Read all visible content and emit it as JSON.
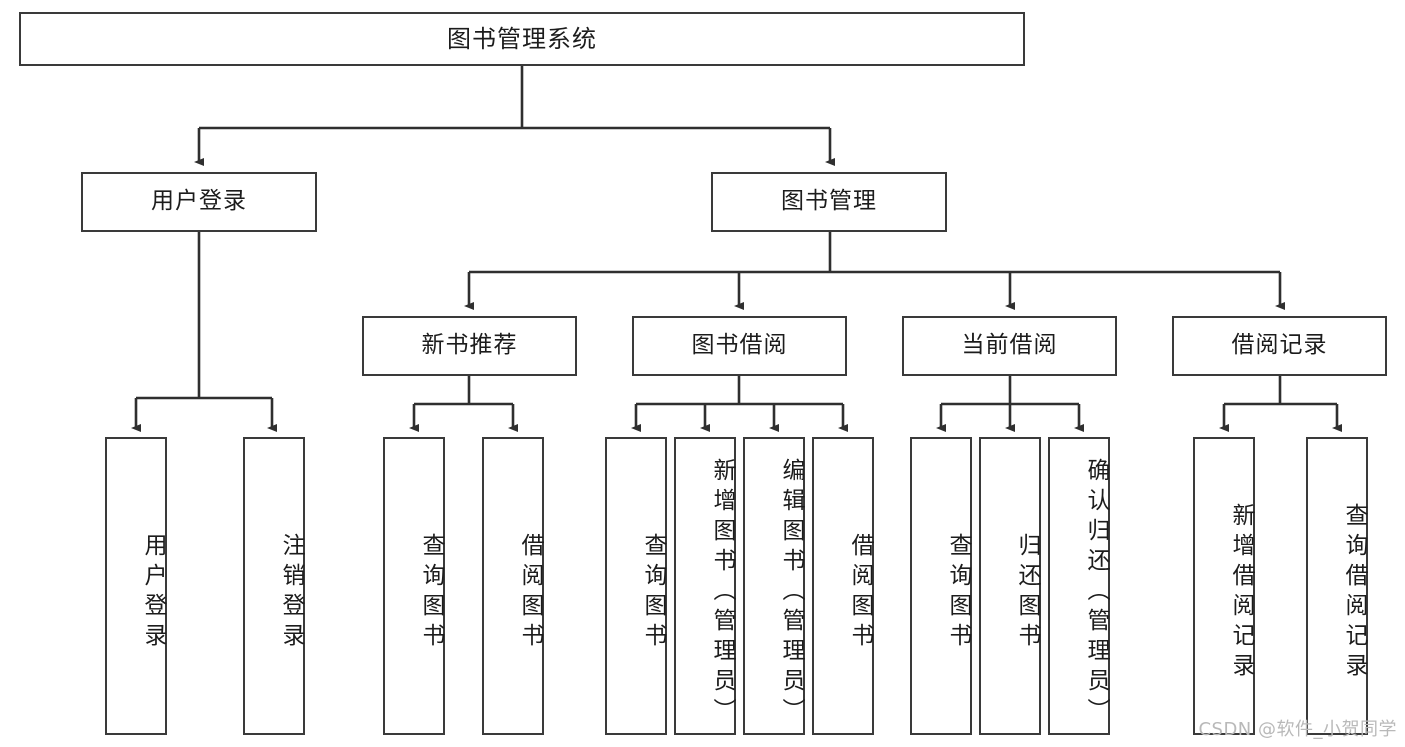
{
  "diagram": {
    "type": "hierarchy-tree",
    "title": "图书管理系统",
    "levels": 4,
    "root": {
      "id": "root",
      "label": "图书管理系统"
    },
    "level2": [
      {
        "id": "user-login",
        "label": "用户登录"
      },
      {
        "id": "book-manage",
        "label": "图书管理"
      }
    ],
    "level3": [
      {
        "id": "new-book-recommend",
        "label": "新书推荐",
        "parent": "book-manage"
      },
      {
        "id": "book-borrow",
        "label": "图书借阅",
        "parent": "book-manage"
      },
      {
        "id": "current-borrow",
        "label": "当前借阅",
        "parent": "book-manage"
      },
      {
        "id": "borrow-record",
        "label": "借阅记录",
        "parent": "book-manage"
      }
    ],
    "leaves": [
      {
        "id": "leaf-user-login",
        "label": "用户登录",
        "parent": "user-login"
      },
      {
        "id": "leaf-logout",
        "label": "注销登录",
        "parent": "user-login"
      },
      {
        "id": "leaf-query-book-1",
        "label": "查询图书",
        "parent": "new-book-recommend"
      },
      {
        "id": "leaf-borrow-book-1",
        "label": "借阅图书",
        "parent": "new-book-recommend"
      },
      {
        "id": "leaf-query-book-2",
        "label": "查询图书",
        "parent": "book-borrow"
      },
      {
        "id": "leaf-add-book",
        "label": "新增图书（管理员）",
        "parent": "book-borrow"
      },
      {
        "id": "leaf-edit-book",
        "label": "编辑图书（管理员）",
        "parent": "book-borrow"
      },
      {
        "id": "leaf-borrow-book-2",
        "label": "借阅图书",
        "parent": "book-borrow"
      },
      {
        "id": "leaf-query-book-3",
        "label": "查询图书",
        "parent": "current-borrow"
      },
      {
        "id": "leaf-return-book",
        "label": "归还图书",
        "parent": "current-borrow"
      },
      {
        "id": "leaf-confirm-return",
        "label": "确认归还（管理员）",
        "parent": "current-borrow"
      },
      {
        "id": "leaf-add-record",
        "label": "新增借阅记录",
        "parent": "borrow-record"
      },
      {
        "id": "leaf-query-record",
        "label": "查询借阅记录",
        "parent": "borrow-record"
      }
    ],
    "colors": {
      "stroke": "#3a3a3a",
      "fill": "#ffffff",
      "text": "#1c1c1c",
      "watermark": "#b9b9b9"
    }
  },
  "watermark": {
    "text": "CSDN @软件_小贺同学"
  }
}
